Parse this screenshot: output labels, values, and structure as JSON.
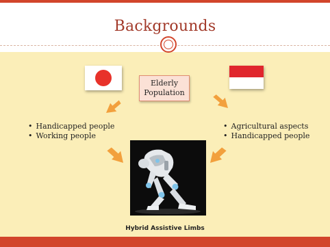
{
  "slide": {
    "title": "Backgrounds",
    "center_box": {
      "line1": "Elderly",
      "line2": "Population"
    },
    "left_bullets": [
      "Handicapped people",
      "Working people"
    ],
    "right_bullets": [
      "Agricultural aspects",
      "Handicapped people"
    ],
    "caption": "Hybrid Assistive Limbs"
  },
  "icons": {
    "left_flag": "japan-flag",
    "right_flag": "indonesia-flag",
    "arrows": "arrow-icon",
    "photo": "robot-suit-photo"
  },
  "colors": {
    "accent": "#d2452b",
    "title": "#a23a2a",
    "content_bg": "#fbeeb8",
    "arrow": "#f2a03d",
    "box_bg": "#fbe1d6"
  }
}
